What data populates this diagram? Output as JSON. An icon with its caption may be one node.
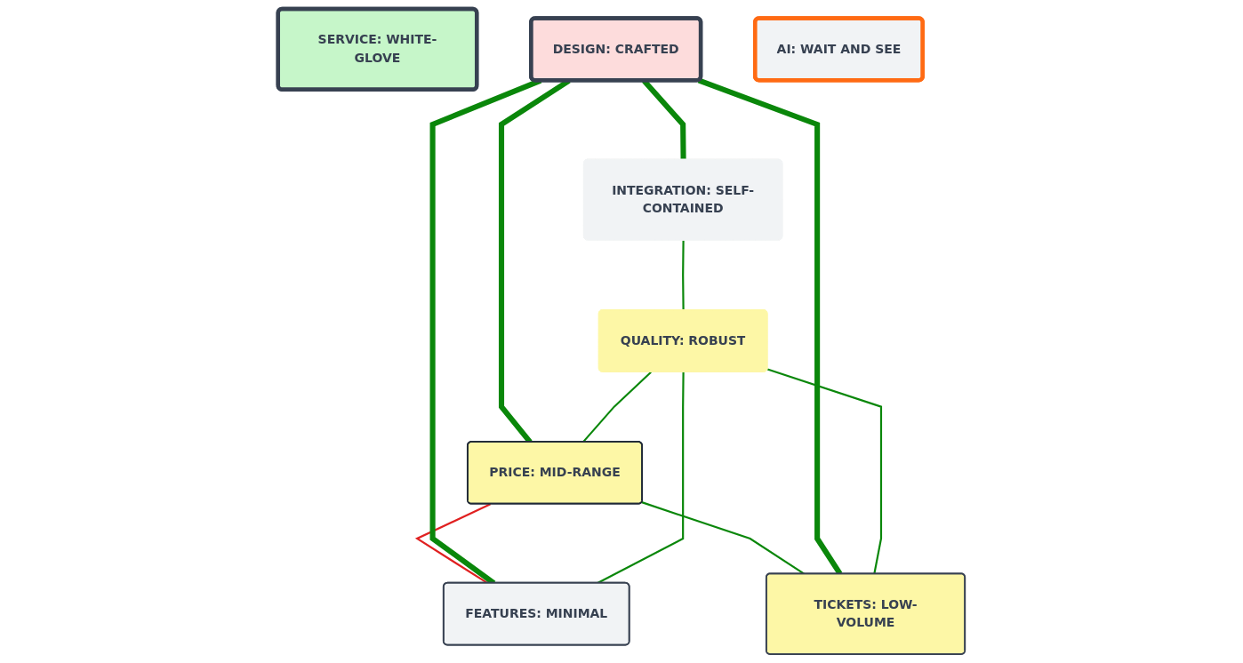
{
  "diagram": {
    "nodes": [
      {
        "text": [
          "SERVICE: WHITE-GLOVE"
        ]
      },
      {
        "text": [
          "INTEGRATION: SELF-CONTAINED"
        ]
      },
      {
        "text": [
          "PRICE: MID-RANGE"
        ]
      },
      {
        "text": [
          "DESIGN: CRAFTED"
        ]
      },
      {
        "text": [
          "AI: WAIT AND SEE"
        ]
      },
      {
        "text": [
          "TICKETS: LOW-VOLUME"
        ]
      },
      {
        "text": [
          "QUALITY: ROBUST"
        ]
      },
      {
        "text": [
          "FEATURES: MINIMAL"
        ]
      }
    ],
    "edges": [
      {
        "from": 3,
        "to": 1,
        "arrow": "none",
        "style": "thick"
      },
      {
        "from": 1,
        "to": 6,
        "arrow": "none"
      },
      {
        "from": 2,
        "to": 5,
        "arrow": "none"
      },
      {
        "from": 2,
        "to": 7,
        "arrow": "none",
        "color": "#e02020"
      },
      {
        "from": 3,
        "to": 2,
        "arrow": "none",
        "style": "thick"
      },
      {
        "from": 3,
        "to": 7,
        "arrow": "none",
        "style": "thick"
      },
      {
        "from": 3,
        "to": 5,
        "arrow": "none",
        "style": "thick"
      },
      {
        "from": 5,
        "to": 6,
        "arrow": "none"
      },
      {
        "from": 6,
        "to": 7,
        "arrow": "none"
      },
      {
        "from": 6,
        "to": 2,
        "arrow": "none"
      }
    ]
  }
}
